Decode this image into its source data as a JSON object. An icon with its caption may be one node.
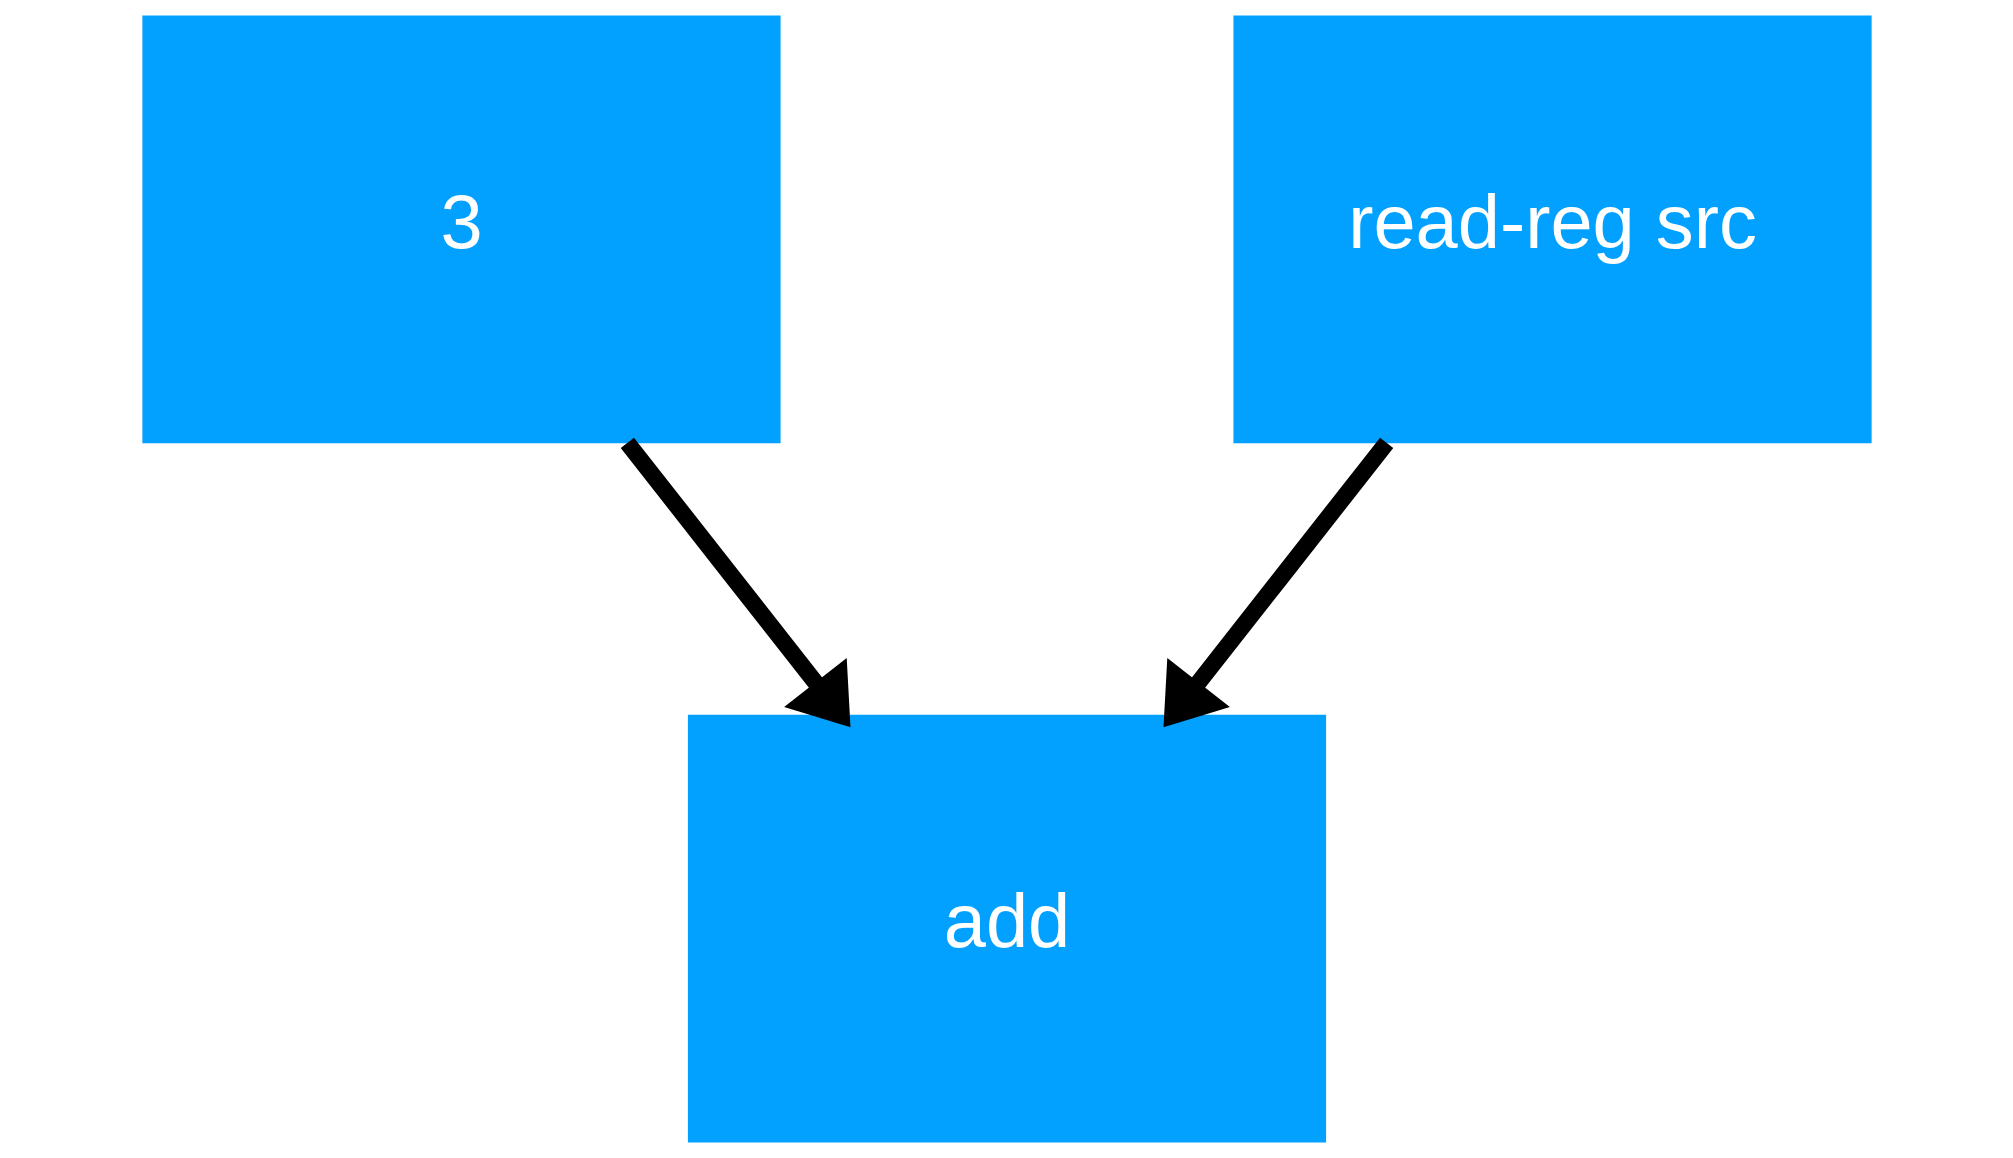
{
  "diagram": {
    "nodes": [
      {
        "text": [
          "3"
        ]
      },
      {
        "text": [
          "read-reg src"
        ]
      },
      {
        "text": [
          "add"
        ]
      }
    ],
    "edges": [
      {
        "from": 0,
        "to": 2,
        "arrow": "to"
      },
      {
        "from": 1,
        "to": 2,
        "arrow": "to"
      }
    ]
  }
}
